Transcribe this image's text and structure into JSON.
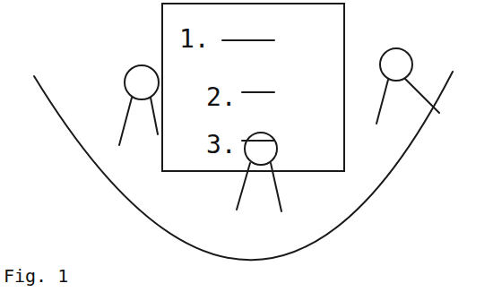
{
  "diagram": {
    "nodes": [
      {
        "text": [
          "1.",
          "2.",
          "3."
        ]
      }
    ],
    "labels": [
      "Fig. 1"
    ]
  }
}
